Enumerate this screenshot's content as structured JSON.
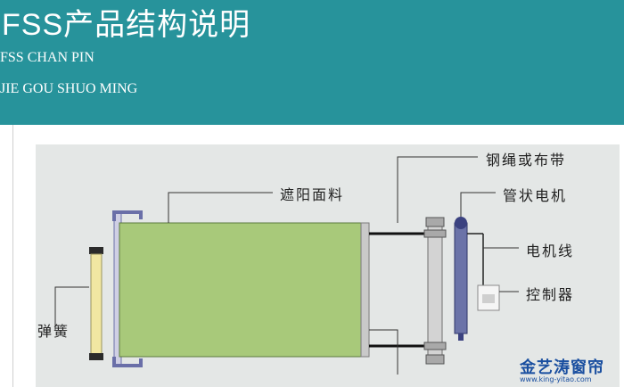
{
  "header": {
    "title": "FSS产品结构说明",
    "subtitle_line1": "FSS CHAN PIN",
    "subtitle_line2": "JIE GOU SHUO MING"
  },
  "diagram": {
    "labels": {
      "fabric": "遮阳面料",
      "cable_or_belt": "钢绳或布带",
      "tubular_motor": "管状电机",
      "motor_cable": "电机线",
      "controller": "控制器",
      "spring": "弹簧"
    }
  },
  "watermark": {
    "brand": "金艺涛窗帘",
    "url": "www.king-yitao.com"
  },
  "colors": {
    "header_bg": "#27939b",
    "fabric": "#a8c97a",
    "motor": "#6b73a8",
    "spring": "#f1e7a2"
  }
}
